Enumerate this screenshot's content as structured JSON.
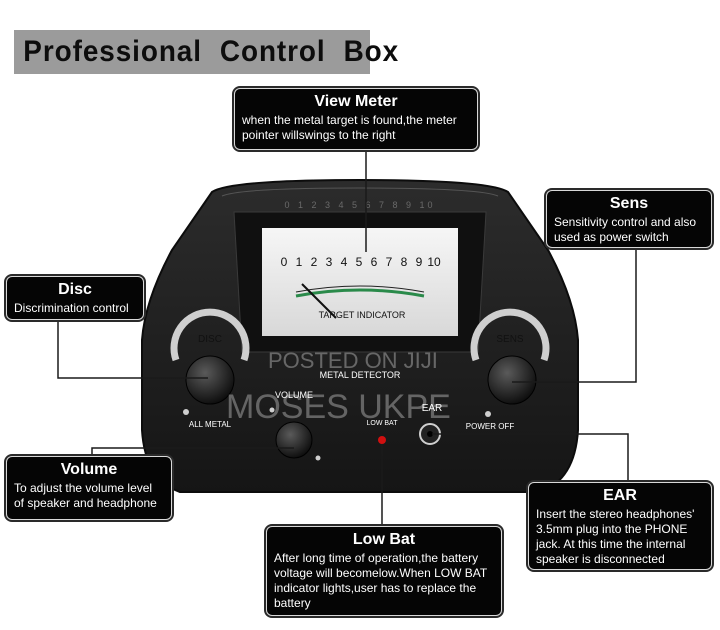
{
  "title": "Professional  Control  Box",
  "device": {
    "meter_scale": [
      "0",
      "1",
      "2",
      "3",
      "4",
      "5",
      "6",
      "7",
      "8",
      "9",
      "10"
    ],
    "target_indicator": "TARGET INDICATOR",
    "metal_detector": "METAL DETECTOR",
    "disc_label": "DISC",
    "sens_label": "SENS",
    "volume_label": "VOLUME",
    "all_metal": "ALL METAL",
    "power_off": "POWER OFF",
    "ear_label": "EAR",
    "low_bat_label": "LOW BAT"
  },
  "watermark": {
    "line1": "POSTED ON JIJI",
    "line2": "MOSES UKPE"
  },
  "callouts": {
    "view_meter": {
      "title": "View Meter",
      "body": "when the metal target is found,the meter pointer willswings to the right"
    },
    "sens": {
      "title": "Sens",
      "body": "Sensitivity control and also used as power switch"
    },
    "disc": {
      "title": "Disc",
      "body": "Discrimination control"
    },
    "volume": {
      "title": "Volume",
      "body": "To adjust the volume level of speaker and headphone"
    },
    "ear": {
      "title": "EAR",
      "body": "Insert the stereo headphones' 3.5mm plug into the PHONE jack. At this time the internal speaker is disconnected"
    },
    "low_bat": {
      "title": "Low Bat",
      "body": "After long time of operation,the battery voltage will becomelow.When LOW BAT indicator lights,user has to replace  the battery"
    }
  },
  "colors": {
    "housing": "#1e1e1e",
    "meter_face": "#ececec",
    "meter_arc": "#2a8a4a",
    "led": "#d01010"
  }
}
